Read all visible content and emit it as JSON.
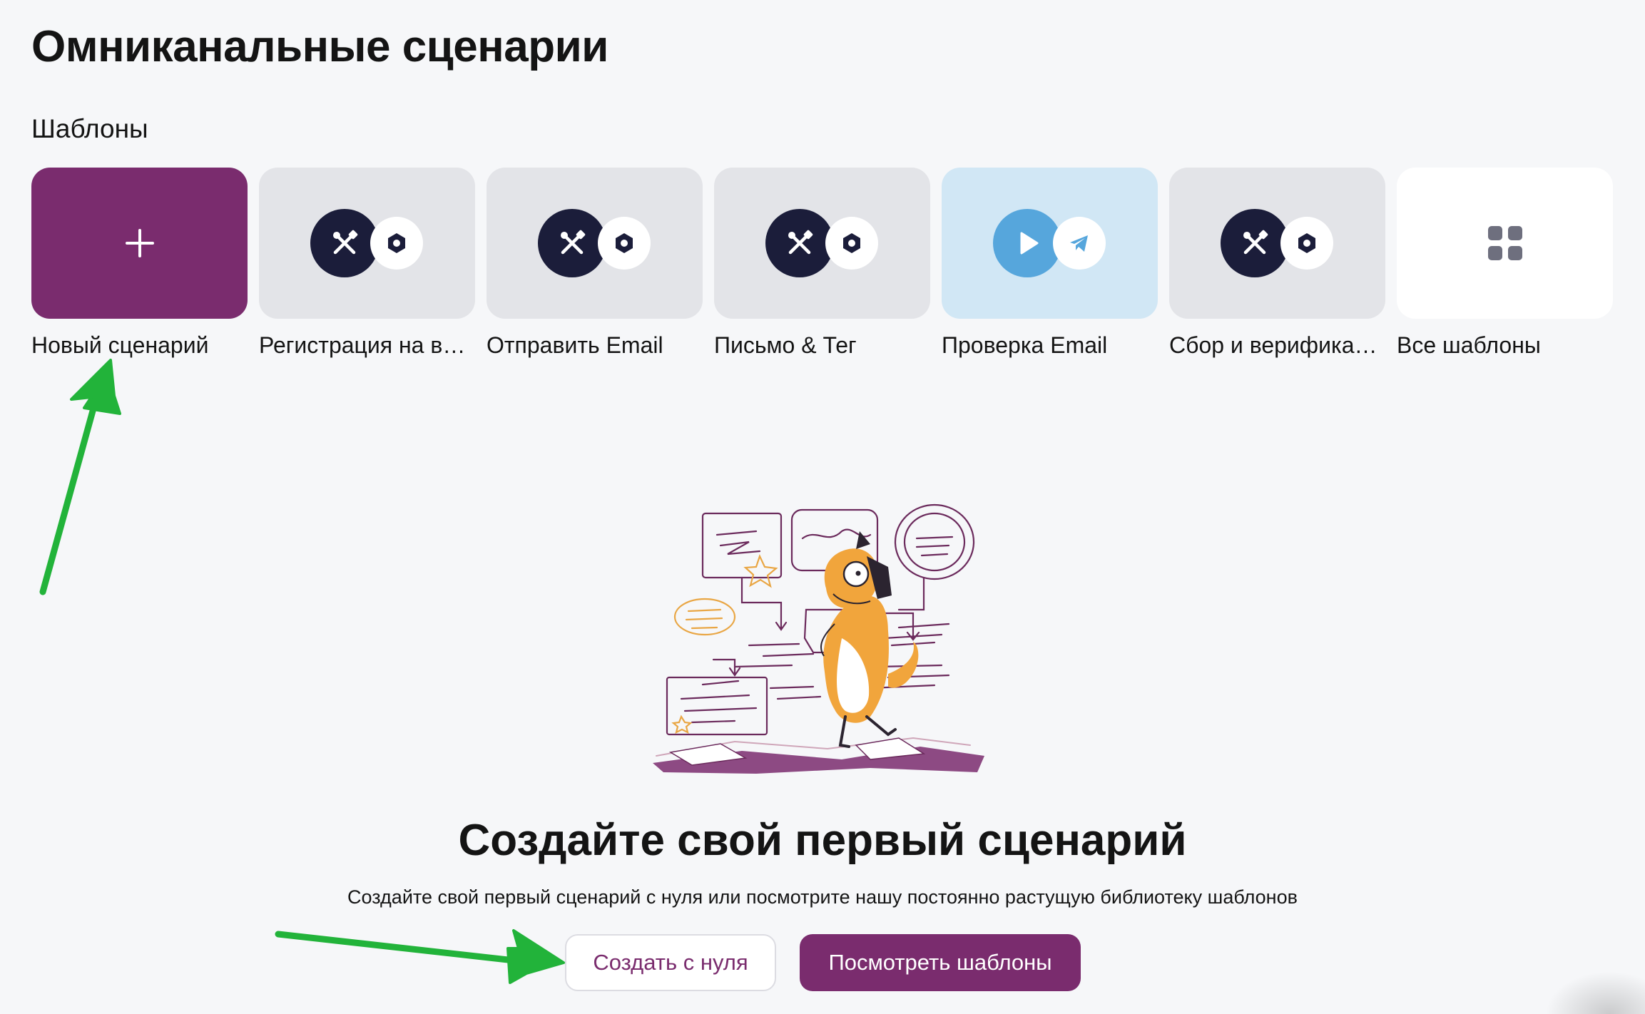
{
  "page": {
    "title": "Омниканальные сценарии",
    "section_label": "Шаблоны"
  },
  "cards": [
    {
      "label": "Новый сценарий",
      "icon": "plus-icon",
      "color": "#7a2c6e"
    },
    {
      "label": "Регистрация на в…",
      "icon": "tools-icon"
    },
    {
      "label": "Отправить Email",
      "icon": "tools-icon"
    },
    {
      "label": "Письмо & Тег",
      "icon": "tools-icon"
    },
    {
      "label": "Проверка Email",
      "icon": "play-icon"
    },
    {
      "label": "Сбор и верифика…",
      "icon": "tools-icon"
    },
    {
      "label": "Все шаблоны",
      "icon": "grid-icon"
    }
  ],
  "cta": {
    "title": "Создайте свой первый сценарий",
    "subtitle": "Создайте свой первый сценарий с нуля или посмотрите нашу постоянно растущую библиотеку шаблонов",
    "create_button": "Создать с нуля",
    "templates_button": "Посмотреть шаблоны"
  },
  "colors": {
    "accent": "#7a2c6e",
    "annotation_arrow": "#22b33a",
    "icon_dark": "#1b1d3a",
    "telegram": "#56a6dc"
  }
}
